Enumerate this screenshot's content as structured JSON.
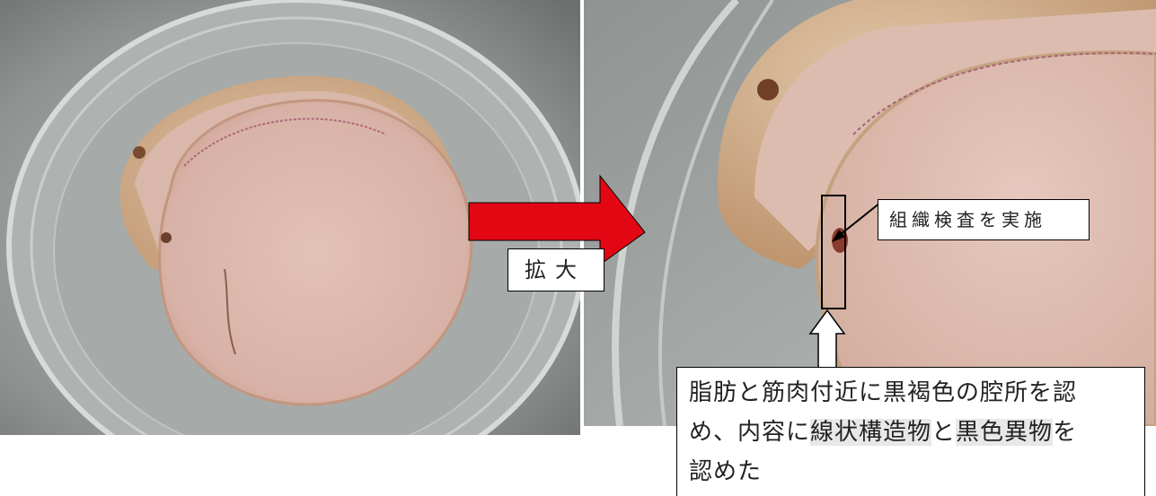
{
  "labels": {
    "zoom": "拡大",
    "examination": "組織検査を実施",
    "finding_line1": "脂肪と筋肉付近に黒褐色の腔所を認",
    "finding_line2_a": "め、内容に",
    "finding_line2_b": "線状構造物",
    "finding_line2_c": "と",
    "finding_line2_d": "黒色異物",
    "finding_line2_e": "を",
    "finding_line3": "認めた"
  },
  "colors": {
    "arrow_red": "#e30613",
    "label_border": "#000000",
    "meat_pink": "#dcb7ad",
    "dish_gray": "#9a9d9b"
  }
}
